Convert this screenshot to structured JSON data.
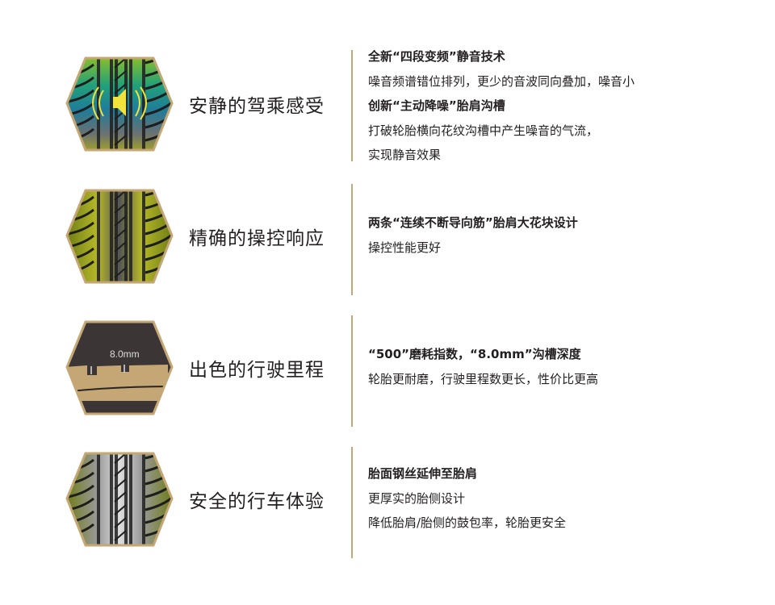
{
  "features": [
    {
      "title": "安静的驾乘感受",
      "icon": "quiet-tire-icon",
      "lines": [
        {
          "text": "全新“四段变频”静音技术",
          "bold": true
        },
        {
          "text": "噪音频谱错位排列，更少的音波同向叠加，噪音小",
          "bold": false
        },
        {
          "text": "创新“主动降噪”胎肩沟槽",
          "bold": true
        },
        {
          "text": "打破轮胎横向花纹沟槽中产生噪音的气流，",
          "bold": false
        },
        {
          "text": "实现静音效果",
          "bold": false
        }
      ]
    },
    {
      "title": "精确的操控响应",
      "icon": "handling-tire-icon",
      "lines": [
        {
          "text": "两条“连续不断导向筋”胎肩大花块设计",
          "bold": true
        },
        {
          "text": "操控性能更好",
          "bold": false
        }
      ]
    },
    {
      "title": "出色的行驶里程",
      "icon": "tread-depth-icon",
      "depth_label": "8.0mm",
      "lines": [
        {
          "text": "“500”磨耗指数，“8.0mm”沟槽深度",
          "bold": true
        },
        {
          "text": "轮胎更耐磨，行驶里程数更长，性价比更高",
          "bold": false
        }
      ]
    },
    {
      "title": "安全的行车体验",
      "icon": "safety-tire-icon",
      "lines": [
        {
          "text": "胎面钢丝延伸至胎肩",
          "bold": true
        },
        {
          "text": "更厚实的胎侧设计",
          "bold": false
        },
        {
          "text": "降低胎肩/胎侧的鼓包率，轮胎更安全",
          "bold": false
        }
      ]
    }
  ],
  "colors": {
    "gold": "#c4a774",
    "dark": "#3b3535",
    "accent": "#f0e33a"
  }
}
